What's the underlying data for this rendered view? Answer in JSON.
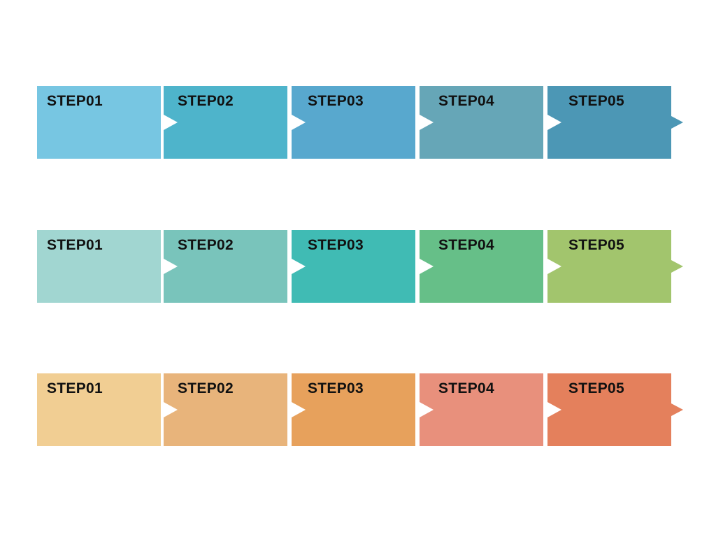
{
  "rows": [
    {
      "steps": [
        {
          "label": "STEP01",
          "color": "#77C6E2"
        },
        {
          "label": "STEP02",
          "color": "#4EB4CB"
        },
        {
          "label": "STEP03",
          "color": "#58A8CE"
        },
        {
          "label": "STEP04",
          "color": "#66A6B7"
        },
        {
          "label": "STEP05",
          "color": "#4C97B5"
        }
      ]
    },
    {
      "steps": [
        {
          "label": "STEP01",
          "color": "#A1D6D1"
        },
        {
          "label": "STEP02",
          "color": "#79C4BB"
        },
        {
          "label": "STEP03",
          "color": "#40BBB4"
        },
        {
          "label": "STEP04",
          "color": "#66BF88"
        },
        {
          "label": "STEP05",
          "color": "#A2C56D"
        }
      ]
    },
    {
      "steps": [
        {
          "label": "STEP01",
          "color": "#F1CE93"
        },
        {
          "label": "STEP02",
          "color": "#E8B47B"
        },
        {
          "label": "STEP03",
          "color": "#E7A15C"
        },
        {
          "label": "STEP04",
          "color": "#E8907C"
        },
        {
          "label": "STEP05",
          "color": "#E4805C"
        }
      ]
    }
  ]
}
